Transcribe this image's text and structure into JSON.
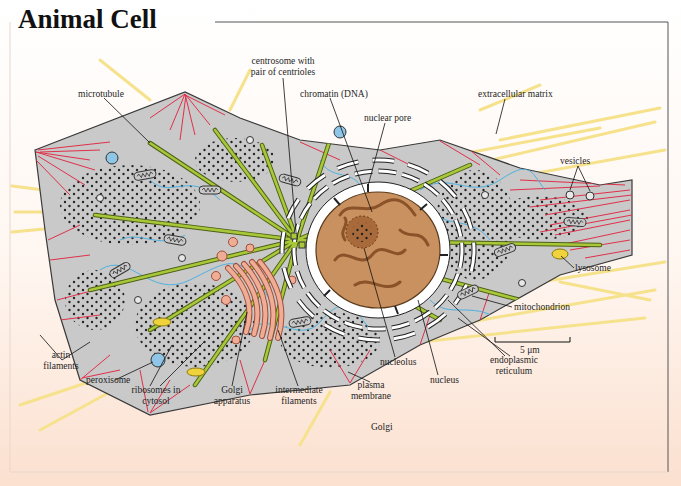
{
  "diagram": {
    "title": "Animal Cell",
    "labels": [
      "centrosome with pair of centrioles",
      "microtubule",
      "chromatin (DNA)",
      "extracellular matrix",
      "nuclear pore",
      "vesicles",
      "lysosome",
      "mitochondrion",
      "5 μm",
      "actin filaments",
      "endoplasmic reticulum",
      "nucleolus",
      "peroxisome",
      "nucleus",
      "plasma membrane",
      "ribosomes in cytosol",
      "Golgi apparatus",
      "intermediate filaments",
      "Golgi"
    ]
  }
}
